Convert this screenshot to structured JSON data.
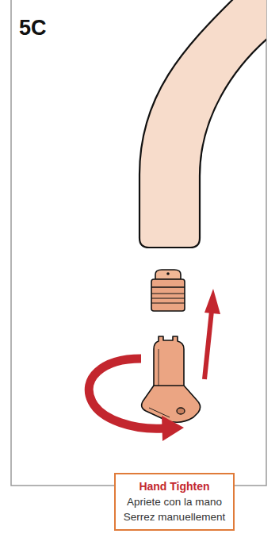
{
  "diagram": {
    "title": "5C",
    "nodes": [
      {
        "text": [
          "Hand Tighten",
          "Apriete con la mano",
          "Serrez manuellement"
        ]
      }
    ]
  }
}
